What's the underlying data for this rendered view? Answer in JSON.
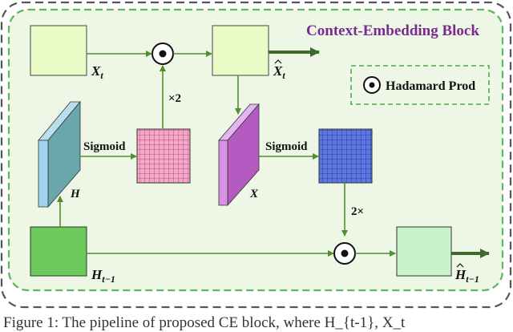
{
  "title": "Context-Embedding Block",
  "legend": {
    "label": "Hadamard Prod"
  },
  "labels": {
    "xt": "X",
    "xt_sub": "t",
    "xhat": "X",
    "xhat_sub": "t",
    "h": "H",
    "x": "X",
    "htm1": "H",
    "htm1_sub": "t−1",
    "hhat": "H",
    "hhat_sub": "t−1"
  },
  "edges": {
    "sigmoid_left": "Sigmoid",
    "sigmoid_right": "Sigmoid",
    "times2_top": "×2",
    "times2_right": "2×"
  },
  "caption": "Figure 1: The pipeline of proposed CE block, where H_{t-1}, X_t",
  "colors": {
    "outer_border": "#555555",
    "inner_border": "#5cb85c",
    "inner_fill": "#eef7e6",
    "title": "#7a2b8f",
    "arrow": "#4f8f2f",
    "box_light": "#e9fbc6",
    "box_green": "#6cc95b",
    "box_output": "#c9f3c8",
    "slab_h": "#6aa7ad",
    "slab_x": "#b35bc0",
    "grid_pink": "#f4a9c8",
    "grid_blue": "#5c78e0"
  }
}
